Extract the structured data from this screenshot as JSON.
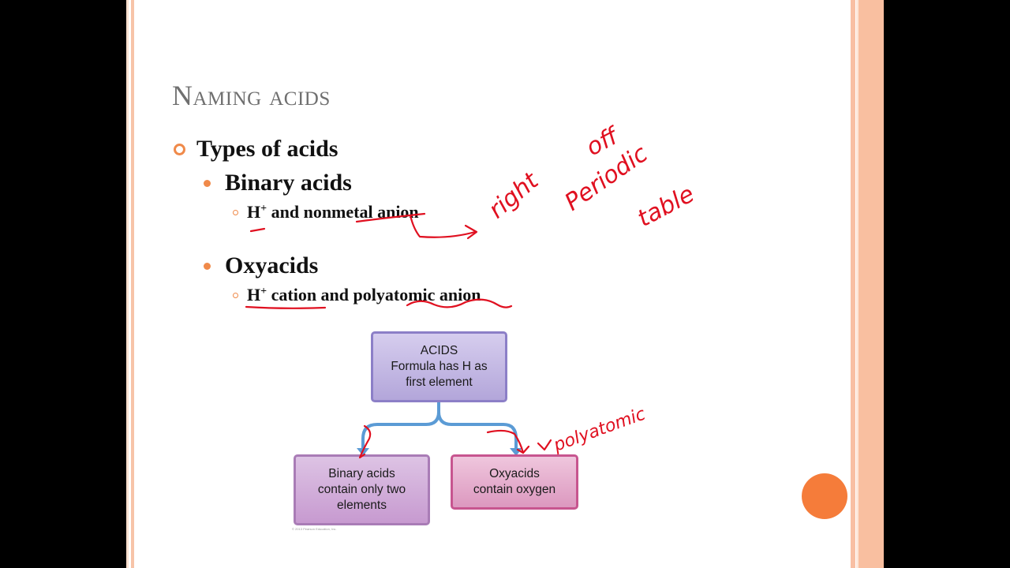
{
  "slide": {
    "title": "Naming acids",
    "bullets": {
      "level1": "Types of acids",
      "binary": "Binary acids",
      "binary_sub_prefix": "H",
      "binary_sub_sup": "+",
      "binary_sub_rest": " and nonmetal anion",
      "oxy": "Oxyacids",
      "oxy_sub_prefix": "H",
      "oxy_sub_sup": "+",
      "oxy_sub_rest": " cation and polyatomic anion"
    },
    "diagram": {
      "acids_line1": "ACIDS",
      "acids_line2": "Formula has H as",
      "acids_line3": "first element",
      "binary_line1": "Binary acids",
      "binary_line2": "contain only two",
      "binary_line3": "elements",
      "oxy_line1": "Oxyacids",
      "oxy_line2": "contain oxygen",
      "copyright": "© 2013 Pearson Education, Inc."
    },
    "annotations": {
      "note_right": "right",
      "note_off": "off",
      "note_periodic": "Periodic",
      "note_table": "table",
      "note_polyatomic": "polyatomic"
    }
  },
  "colors": {
    "accent": "#f08a4a",
    "ink": "#e01020",
    "title": "#6f6f6f",
    "arrow": "#5b9bd5"
  }
}
